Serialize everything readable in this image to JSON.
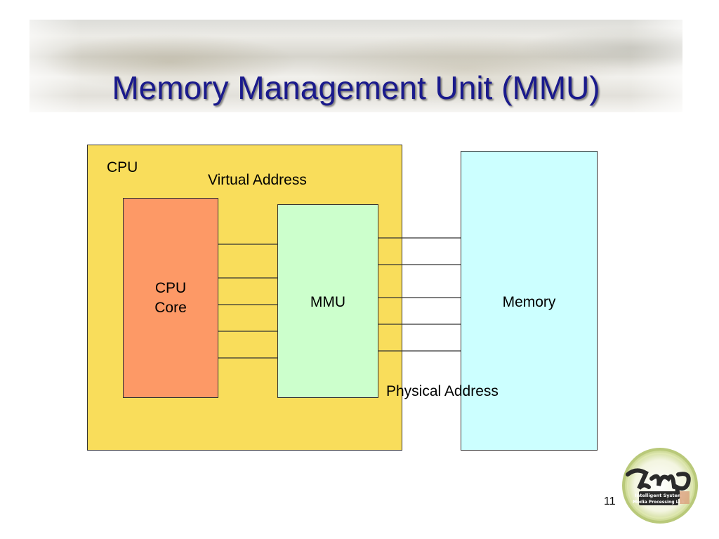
{
  "slide": {
    "title": "Memory Management Unit (MMU)",
    "page_number": "11"
  },
  "diagram": {
    "cpu_label": "CPU",
    "core_label_line1": "CPU",
    "core_label_line2": "Core",
    "mmu_label": "MMU",
    "memory_label": "Memory",
    "virtual_address_label": "Virtual Address",
    "physical_address_label": "Physical Address",
    "colors": {
      "cpu": "#f9dd5b",
      "core": "#fd9966",
      "mmu": "#ccffcc",
      "memory": "#ccffff",
      "title": "#1a1a8c"
    }
  },
  "logo": {
    "text_main": "ISMP",
    "text_line1": "Intelligent System",
    "text_line2": "Media Processing Lab"
  }
}
